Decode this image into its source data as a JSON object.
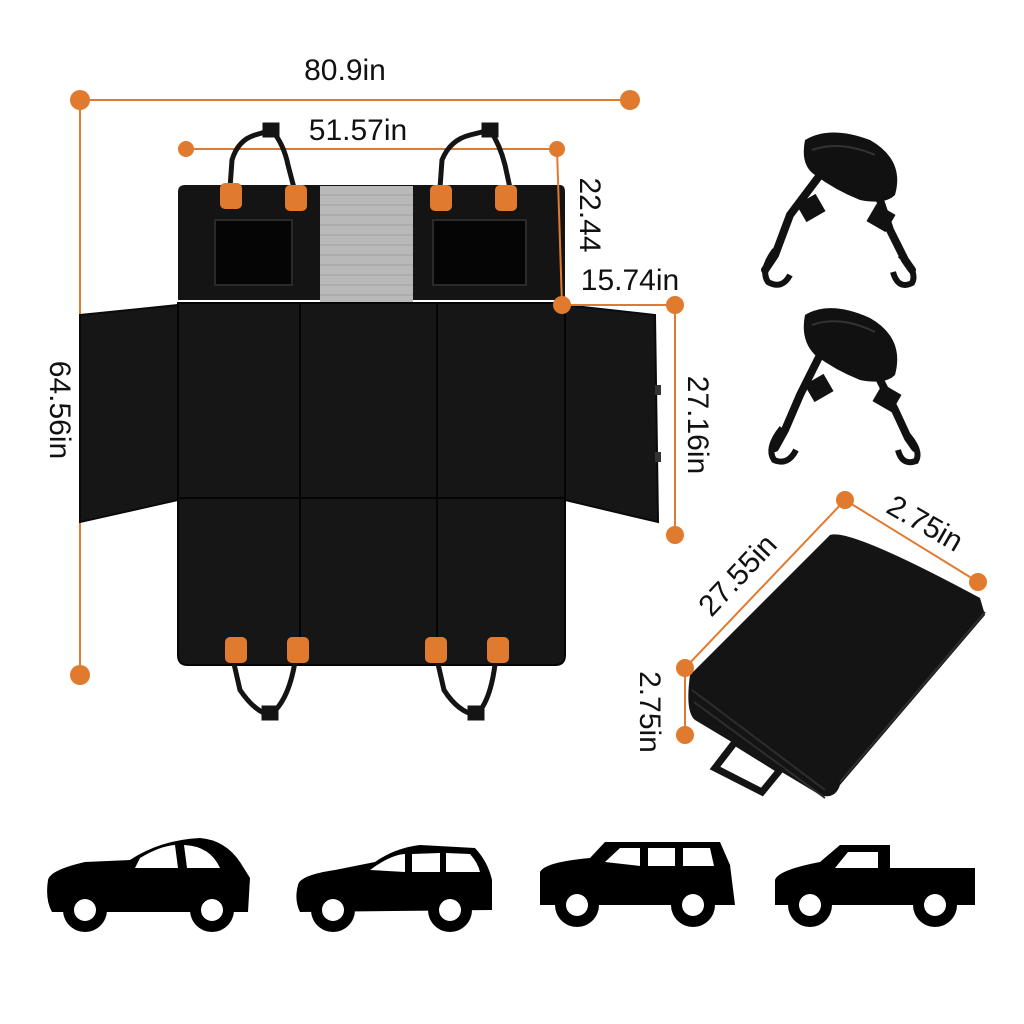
{
  "colors": {
    "accent": "#e07a2f",
    "cover": "#141414",
    "cover_panel": "#0a0a0a",
    "mesh": "#b9b9b9",
    "text": "#111111"
  },
  "dimensions": {
    "total_width": "80.9in",
    "inner_width": "51.57in",
    "back_height": "22.44",
    "flap_width": "15.74in",
    "flap_height": "27.16in",
    "total_height": "64.56in",
    "folded_length": "27.55in",
    "folded_width": "2.75in",
    "folded_thickness": "2.75in"
  },
  "products": {
    "main": "seat-cover-unfolded",
    "accessory": "seat-belt-straps",
    "folded": "folded-seat-cover"
  },
  "vehicles": [
    "sedan-icon",
    "wagon-icon",
    "suv-icon",
    "pickup-truck-icon"
  ]
}
